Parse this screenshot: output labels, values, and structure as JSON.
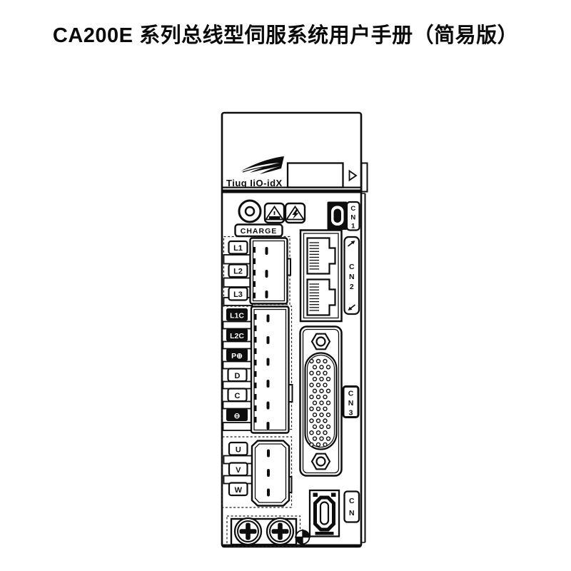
{
  "page": {
    "title": "CA200E 系列总线型伺服系统用户手册（简易版）"
  },
  "device": {
    "brand": {
      "logo_text": "Tiug IiO-idX"
    },
    "front_panel": {
      "charge_label": "CHARGE"
    },
    "terminals": {
      "mains": [
        "L1",
        "L2",
        "L3"
      ],
      "control_power": [
        "L1C",
        "L2C"
      ],
      "dc_bus": [
        "P⊕",
        "D",
        "C",
        "⊖"
      ],
      "motor": [
        "U",
        "V",
        "W"
      ]
    },
    "connectors": {
      "cn1": {
        "chars": [
          "C",
          "N",
          "1"
        ]
      },
      "cn2": {
        "chars": [
          "C",
          "N",
          "2"
        ]
      },
      "cn3": {
        "chars": [
          "C",
          "N",
          "3"
        ],
        "pin_rows": 15,
        "pins_per_row": 3
      },
      "cn4": {
        "chars": [
          "C",
          "N"
        ]
      },
      "rj45_jacks": 2,
      "rj45_contact_lines": 10
    },
    "colors": {
      "line": "#0d0d0d",
      "background": "#ffffff"
    }
  }
}
